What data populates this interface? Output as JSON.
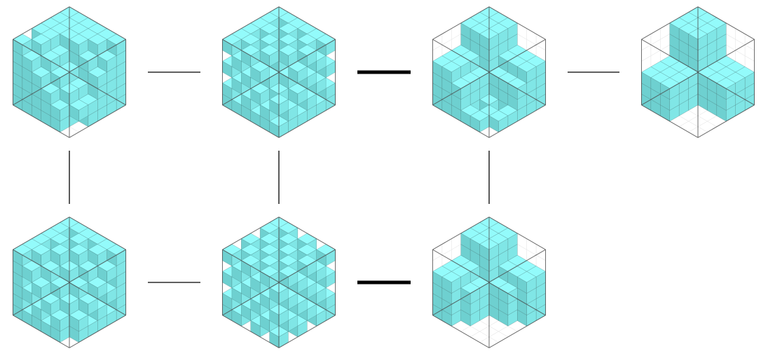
{
  "colors": {
    "background": "#ffffff",
    "cube_top": "#93fbfb",
    "cube_right": "#80e6e6",
    "cube_left": "#6ed0d0",
    "cube_edge": "#3b6f6f",
    "box_edge": "#4a4a4a",
    "box_grid": "#e6e6e6",
    "connector": "#000000"
  },
  "diagram": {
    "grid_size": 6,
    "nodes": [
      {
        "id": "n1",
        "row": 0,
        "col": 0,
        "shape": "dense"
      },
      {
        "id": "n2",
        "row": 0,
        "col": 1,
        "shape": "checker"
      },
      {
        "id": "n3",
        "row": 0,
        "col": 2,
        "shape": "mixed"
      },
      {
        "id": "n4",
        "row": 0,
        "col": 3,
        "shape": "three-slabs"
      },
      {
        "id": "n5",
        "row": 1,
        "col": 0,
        "shape": "dense-checker"
      },
      {
        "id": "n6",
        "row": 1,
        "col": 1,
        "shape": "checker-full"
      },
      {
        "id": "n7",
        "row": 1,
        "col": 2,
        "shape": "tower-mixed"
      }
    ],
    "edges": [
      {
        "from": "n1",
        "to": "n2",
        "weight": "thin"
      },
      {
        "from": "n2",
        "to": "n3",
        "weight": "thick"
      },
      {
        "from": "n3",
        "to": "n4",
        "weight": "thin"
      },
      {
        "from": "n1",
        "to": "n5",
        "weight": "thin"
      },
      {
        "from": "n2",
        "to": "n6",
        "weight": "thin"
      },
      {
        "from": "n3",
        "to": "n7",
        "weight": "thin"
      },
      {
        "from": "n5",
        "to": "n6",
        "weight": "thin"
      },
      {
        "from": "n6",
        "to": "n7",
        "weight": "thick"
      }
    ]
  }
}
